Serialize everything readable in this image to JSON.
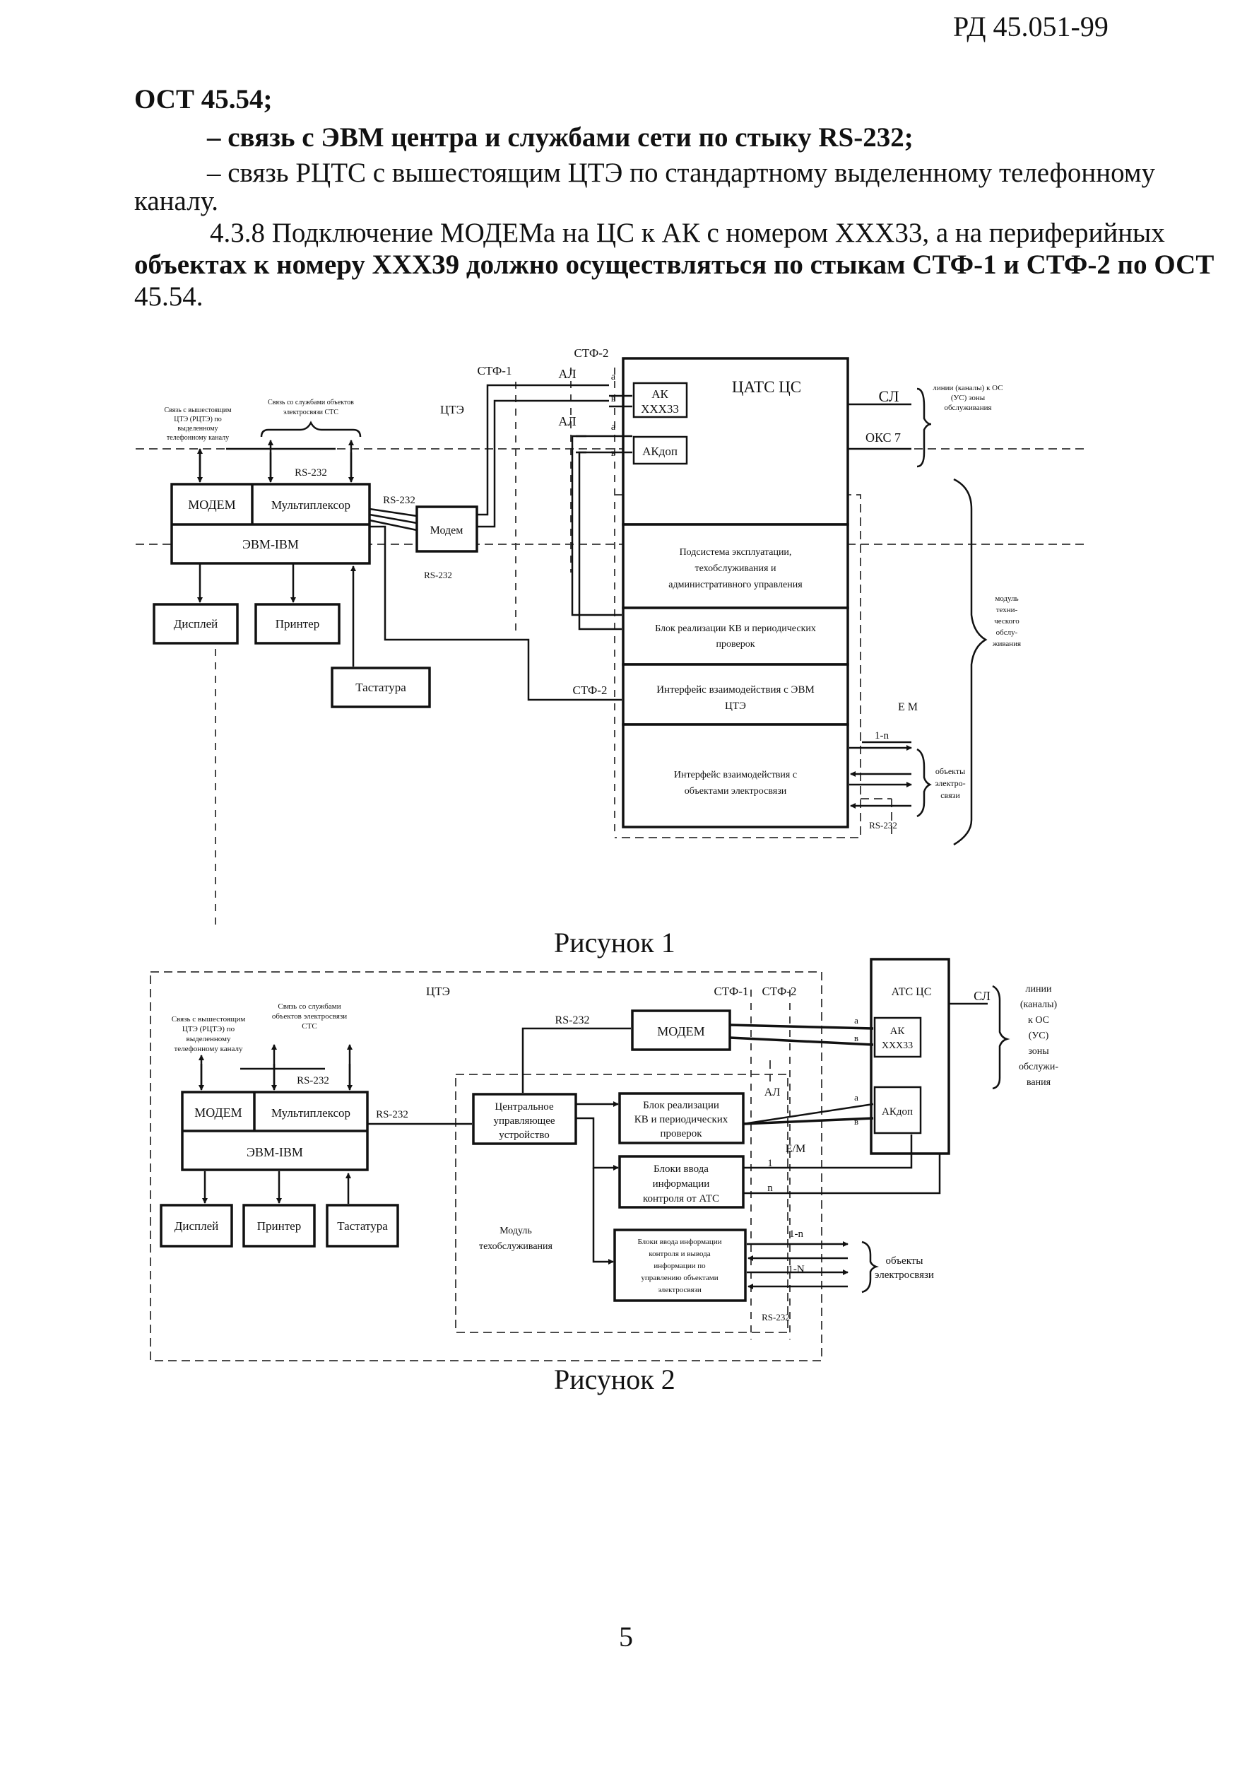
{
  "header": {
    "doc_code": "РД 45.051-99"
  },
  "text": {
    "line_ost": "ОСТ 45.54;",
    "bullet_1": "– связь с ЭВМ центра и службами сети по стыку RS-232;",
    "bullet_2a": "– связь РЦТС с вышестоящим ЦТЭ по стандартному выделенному телефонному",
    "bullet_2b": "каналу.",
    "para_a": "4.3.8 Подключение МОДЕМа на ЦС к АК с номером ХХХ33, а на периферийных",
    "para_b": "объектах к номеру ХХХ39 должно осуществляться по стыкам СТФ-1 и СТФ-2 по ОСТ",
    "para_c": "45.54."
  },
  "figure1": {
    "caption": "Рисунок 1",
    "stf1": "СТФ-1",
    "stf2": "СТФ-2",
    "al_1": "АЛ",
    "al_2": "АЛ",
    "a_1": "а",
    "v_1": "в",
    "a_2": "а",
    "v_2": "в",
    "ak": "АК",
    "ak_num": "ХХХ33",
    "akdop": "АКдоп",
    "atc": "ЦАТС ЦС",
    "sl": "СЛ",
    "oks": "ОКС 7",
    "lines_note": [
      "линии (каналы) к ОС",
      "(УС) зоны",
      "обслуживания"
    ],
    "cte": "ЦТЭ",
    "note_upper": [
      "Связь с вышестоящим",
      "ЦТЭ (РЦТЭ) по",
      "выделенному",
      "телефонному каналу"
    ],
    "note_services": [
      "Связь со службами объектов",
      "электросвязи СТС"
    ],
    "rs232_a": "RS-232",
    "rs232_b": "RS-232",
    "rs232_c": "RS-232",
    "modem": "МОДЕМ",
    "mux": "Мультиплексор",
    "evm": "ЭВМ-IBM",
    "ext_modem": "Модем",
    "display": "Дисплей",
    "printer": "Принтер",
    "keyboard": "Тастатура",
    "subsys": [
      "Подсистема эксплуатации,",
      "техобслуживания и",
      "административного управления"
    ],
    "kv_block": [
      "Блок реализации КВ и периодических",
      "проверок"
    ],
    "stf2_low": "СТФ-2",
    "iface_cte": [
      "Интерфейс взаимодействия с ЭВМ",
      "ЦТЭ"
    ],
    "em": "Е М",
    "one_n": "1-n",
    "iface_obj": [
      "Интерфейс взаимодействия с",
      "объектами электросвязи"
    ],
    "objects": [
      "объекты",
      "электро-",
      "связи"
    ],
    "rs232_d": "RS-232",
    "module": [
      "модуль",
      "техни-",
      "ческого",
      "обслу-",
      "живания"
    ]
  },
  "figure2": {
    "caption": "Рисунок 2",
    "cte": "ЦТЭ",
    "stf1": "СТФ-1",
    "stf2": "СТФ-2",
    "note_upper": [
      "Связь с вышестоящим",
      "ЦТЭ (РЦТЭ) по",
      "выделенному",
      "телефонному каналу"
    ],
    "note_services": [
      "Связь со службами",
      "объектов электросвязи",
      "СТС"
    ],
    "rs232_a": "RS-232",
    "rs232_b": "RS-232",
    "rs232_c": "RS-232",
    "rs232_d": "RS-232",
    "modem_top": "МОДЕМ",
    "modem": "МОДЕМ",
    "mux": "Мультиплексор",
    "evm": "ЭВМ-IBM",
    "display": "Дисплей",
    "printer": "Принтер",
    "keyboard": "Тастатура",
    "cpu": [
      "Центральное",
      "управляющее",
      "устройство"
    ],
    "module": [
      "Модуль",
      "техобслуживания"
    ],
    "kv_block": [
      "Блок реализации",
      "КВ и периодических",
      "проверок"
    ],
    "input_block": [
      "Блоки ввода",
      "информации",
      "контроля от АТС"
    ],
    "io_block": [
      "Блоки ввода информации",
      "контроля и вывода",
      "информации по",
      "управлению объектами",
      "электросвязи"
    ],
    "atc": "АТС ЦС",
    "ak": "АК",
    "ak_num": "ХХХ33",
    "akdop": "АКдоп",
    "al": "АЛ",
    "em": "Е/М",
    "one": "1",
    "n": "n",
    "one_n": "1-n",
    "one_N": "1-N",
    "a_1": "а",
    "v_1": "в",
    "a_2": "а",
    "v_2": "в",
    "sl": "СЛ",
    "lines_note": [
      "линии",
      "(каналы)",
      "к ОС",
      "(УС)",
      "зоны",
      "обслужи-",
      "вания"
    ],
    "objects": [
      "объекты",
      "электросвязи"
    ]
  },
  "footer": {
    "page_number": "5"
  }
}
